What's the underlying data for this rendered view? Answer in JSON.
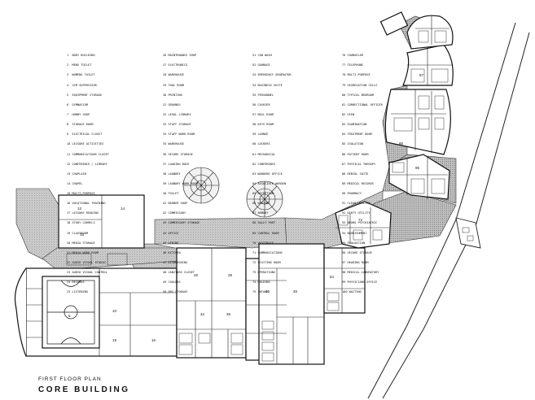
{
  "title": "FIRST FLOOR PLAN",
  "subtitle": "CORE BUILDING",
  "legend": [
    [
      "1  BODY BUILDING",
      "2  MENS TOILET",
      "3  WOMENS TOILET",
      "4  GYM SUPERVISOR",
      "5  EQUIPMENT STORAGE",
      "6  GYMNASIUM",
      "7  HOBBY SHOP",
      "8  STORAGE ROOM",
      "9  ELECTRICAL CLOSET",
      "10 LEISURE ACTIVITIES",
      "11 COMMUNICATIONS CLOSET",
      "12 CONFERENCE / LIBRARY",
      "13 CHAPLAIN",
      "14 CHAPEL",
      "15 MULTI-PURPOSE",
      "16 VOCATIONAL TRAINING",
      "17 LEISURE READING",
      "18 STUDY CARRELS",
      "19 CLASSROOM",
      "20 MEDIA STORAGE",
      "21 MEDIA WORK ROOM",
      "22 AUDIO VISUAL STUDIO",
      "23 AUDIO VISUAL CONTROL",
      "24 RECORDS",
      "25 LISTENING"
    ],
    [
      "26 MAINTENANCE SHOP",
      "27 ELECTRONICS",
      "28 WAREHOUSE",
      "29 TOOL ROOM",
      "30 PRINTING",
      "31 GROUNDS",
      "32 LEGAL LIBRARY",
      "33 STAFF STORAGE",
      "34 STAFF WORK ROOM",
      "35 WAREHOUSE",
      "36 SECURE STORAGE",
      "37 LOADING DOCK",
      "38 LAUNDRY",
      "39 LAUNDRY WORK ROOM",
      "40 TOILET",
      "41 BARBER SHOP",
      "42 COMMISSARY",
      "43 COMMISSARY STORAGE",
      "44 OFFICE",
      "45 DINING",
      "46 KITCHEN",
      "47 DISHWASHING",
      "48 JANITORS CLOSET",
      "49 COOLERS",
      "50 DRY STORAGE"
    ],
    [
      "51 CAN WASH",
      "52 GARBAGE",
      "53 EMERGENCY GENERATOR",
      "54 BUSINESS SUITE",
      "55 PERSONNEL",
      "56 CASHIER",
      "57 MAIL ROOM",
      "58 KEYS ROOM",
      "59 LOUNGE",
      "60 LOCKERS",
      "61 MECHANICAL",
      "62 CONFERENCE",
      "63 WARDENS OFFICE",
      "64 ASSOCIATE WARDEN",
      "65 RECEPTION",
      "66 WAITING",
      "67 ARMORY",
      "68 SALLY PORT",
      "69 CONTROL ROOM",
      "70 VESTIBULE",
      "71 COMMUNICATIONS",
      "72 VISITING ROOM",
      "73 OPERATIONS",
      "74 HOLDING",
      "75 INTAKE"
    ],
    [
      "76 COUNSELOR",
      "77 TELEPHONE",
      "78 MULTI-PURPOSE",
      "79 SEGREGATION CELLS",
      "80 TYPICAL BEDROOM",
      "81 CORRECTIONAL OFFICER",
      "82 VIEW",
      "83 EXAMINATION",
      "84 TREATMENT ROOM",
      "85 ISOLATION",
      "86 PATIENT ROOM",
      "87 PHYSICAL THERAPY",
      "88 DENTAL SUITE",
      "89 MEDICAL RECORDS",
      "90 PHARMACY",
      "91 CLEAN UTILITY",
      "92 DIRTY UTILITY",
      "93 NEURO PSYCHIATRIC",
      "94 NOURISHMENT",
      "95 EVALUATION",
      "96 SECURE STORAGE",
      "97 HEARING ROOM",
      "98 MEDICAL LABORATORY",
      "99 PHYSICIANS OFFICE",
      "100 WAITING"
    ]
  ],
  "room_numbers": [
    "6",
    "10",
    "12",
    "14",
    "15",
    "16",
    "19",
    "26",
    "28",
    "35",
    "42",
    "45",
    "46",
    "54",
    "72",
    "86",
    "87",
    "95"
  ]
}
